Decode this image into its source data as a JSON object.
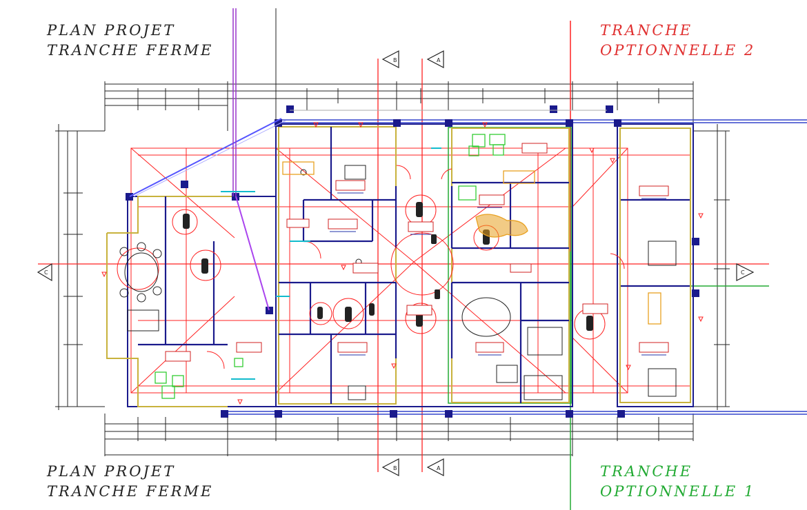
{
  "labels": {
    "tl_line1": "PLAN PROJET",
    "tl_line2": "TRANCHE FERME",
    "tr_line1": "TRANCHE",
    "tr_line2": "OPTIONNELLE 2",
    "bl_line1": "PLAN PROJET",
    "bl_line2": "TRANCHE FERME",
    "br_line1": "TRANCHE",
    "br_line2": "OPTIONNELLE 1"
  },
  "section_markers": {
    "top_left": "B",
    "top_right": "A",
    "bottom_left": "B",
    "bottom_right": "A",
    "mid_left": "C",
    "mid_right": "C"
  },
  "colors": {
    "tranche_ferme": "#222222",
    "optionnelle_2": "#e03030",
    "optionnelle_1": "#22aa33",
    "walls": "#1a1a8c",
    "outer_wall": "#c8b23c",
    "red_lines": "#ff2020",
    "equipment_green": "#33cc33",
    "equipment_orange": "#e8a020"
  }
}
